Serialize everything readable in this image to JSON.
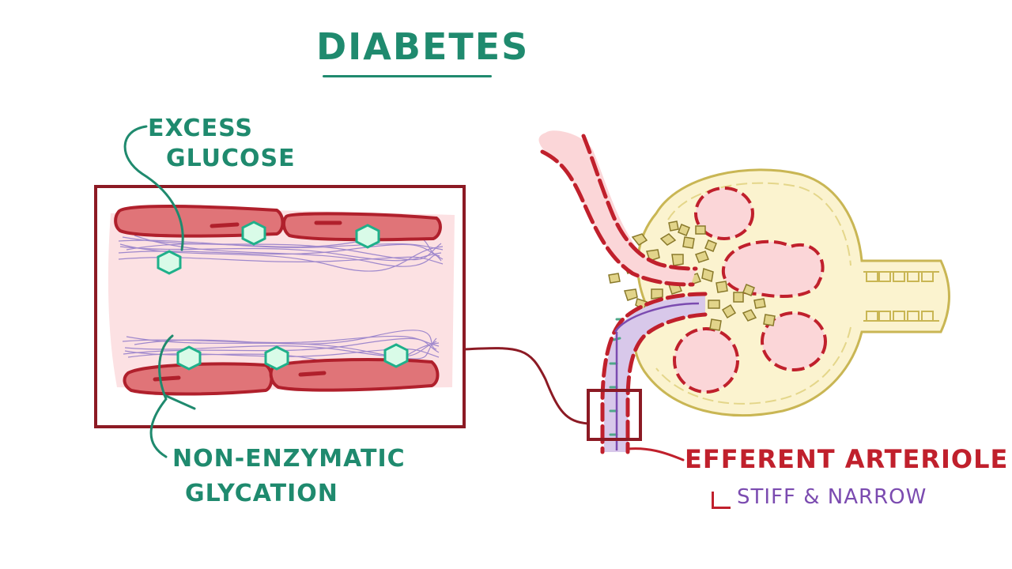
{
  "title": "DIABETES",
  "labels": {
    "excess_glucose_line1": "EXCESS",
    "excess_glucose_line2": "GLUCOSE",
    "glycation_line1": "NON-ENZYMATIC",
    "glycation_line2": "GLYCATION",
    "efferent_arteriole": "EFFERENT ARTERIOLE",
    "stiff_narrow": "STIFF & NARROW"
  },
  "colors": {
    "text_green": "#1f8a6e",
    "arteriole_red": "#c0202c",
    "box_dark_red": "#8c1a24",
    "lumen_pink": "#fce1e3",
    "cell_red": "#e07478",
    "glomerulus_yellow": "#fbf3cf",
    "collagen_purple": "#8f79c9",
    "glucose_fill": "#d9fbe8"
  },
  "icons": {
    "glucose": "hexagon-glucose-icon"
  },
  "glucose_molecule_count": 6
}
